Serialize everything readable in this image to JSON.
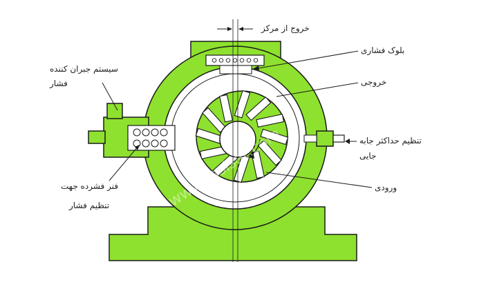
{
  "labels": {
    "center_offset": "خروج از مرکز",
    "pressure_block": "بلوک فشاری",
    "outlet": "خروجی",
    "compensator_line1": "سیستم جبران کننده",
    "compensator_line2": "فشار",
    "max_displacement_line1": "تنظیم حداکثر جابه",
    "max_displacement_line2": "جایی",
    "spring_line1": "فنر فشرده جهت",
    "spring_line2": "تنظیم فشار",
    "inlet": "ورودی"
  },
  "watermark": "www.Tasisat.com",
  "colors": {
    "body": "#8ee12e",
    "outline": "#1a1a1a",
    "background": "#ffffff"
  },
  "rotor": {
    "vane_count": 12
  }
}
